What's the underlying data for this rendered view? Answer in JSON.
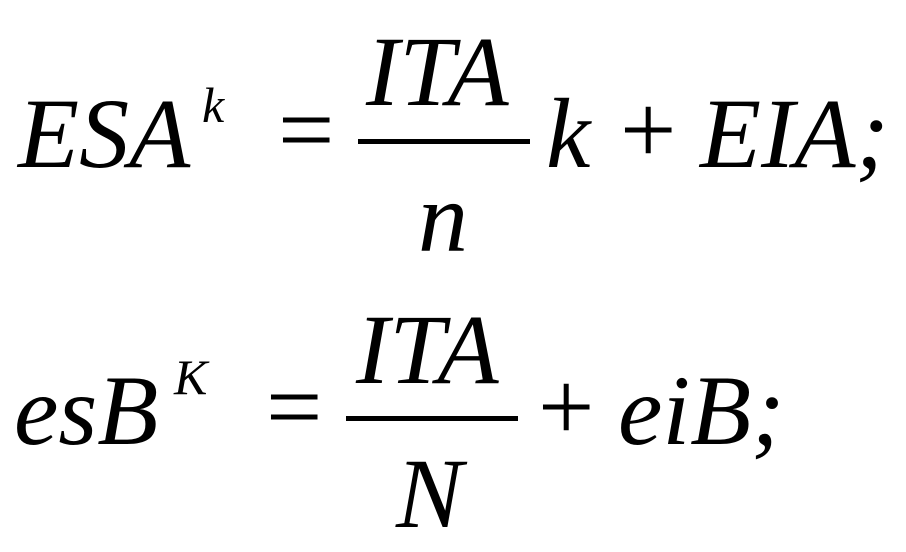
{
  "equations": [
    {
      "lhs": "ESA",
      "superscript": "k",
      "equals": "=",
      "numerator": "ITA",
      "denominator": "n",
      "multiplier": "k",
      "plus": "+",
      "term": "EIA;"
    },
    {
      "lhs": "esB",
      "superscript": "K",
      "equals": "=",
      "numerator": "ITA",
      "denominator": "N",
      "plus": "+",
      "term": "eiB;"
    }
  ],
  "colors": {
    "text": "#000000",
    "background": "#ffffff"
  }
}
